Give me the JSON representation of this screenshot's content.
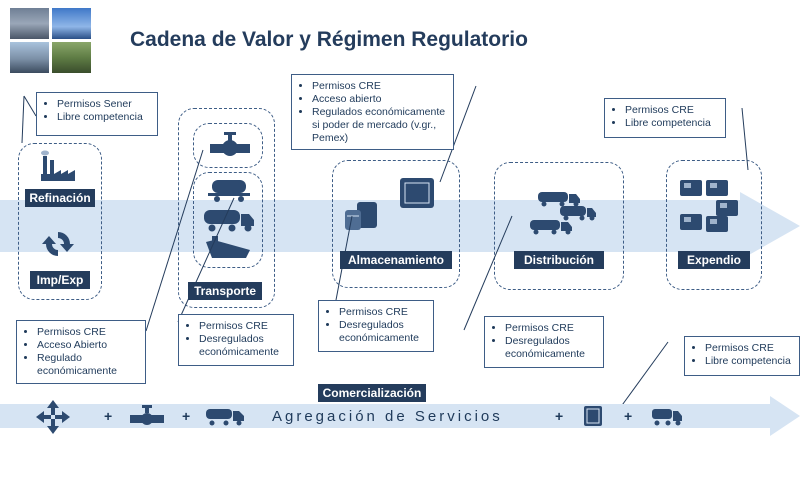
{
  "title": "Cadena de Valor y Régimen Regulatorio",
  "colors": {
    "navy": "#243c5c",
    "band": "#d6e4f3",
    "border": "#3e5d86",
    "icon": "#2d4a70"
  },
  "stages": {
    "refinacion": "Refinación",
    "impexp": "Imp/Exp",
    "transporte": "Transporte",
    "almacenamiento": "Almacenamiento",
    "distribucion": "Distribución",
    "expendio": "Expendio"
  },
  "notes": {
    "refinacion": [
      "Permisos Sener",
      "Libre competencia"
    ],
    "transporte_ducto": [
      "Permisos CRE",
      "Acceso Abierto",
      "Regulado económicamente"
    ],
    "transporte_otros": [
      "Permisos CRE",
      "Desregulados económicamente"
    ],
    "almacenamiento_regulado": [
      "Permisos CRE",
      "Acceso abierto",
      "Regulados económicamente si poder de mercado (v.gr., Pemex)"
    ],
    "almacenamiento_otros": [
      "Permisos CRE",
      "Desregulados económicamente"
    ],
    "distribucion": [
      "Permisos CRE",
      "Desregulados económicamente"
    ],
    "expendio": [
      "Permisos CRE",
      "Libre competencia"
    ],
    "comercializacion": [
      "Permisos CRE",
      "Libre competencia"
    ]
  },
  "comercializacion": {
    "label": "Comercialización",
    "aggregation_text": "Agregación de Servicios",
    "plus": "+"
  },
  "icons": {
    "photos": "industry-photo-collage",
    "refinery": "refinery-icon",
    "cycle": "import-export-cycle-icon",
    "valve": "pipeline-valve-icon",
    "rail": "rail-tank-car-icon",
    "truck": "tanker-truck-icon",
    "ship": "tanker-ship-icon",
    "tanks": "storage-tanks-icon",
    "pump": "fuel-pump-icon"
  }
}
